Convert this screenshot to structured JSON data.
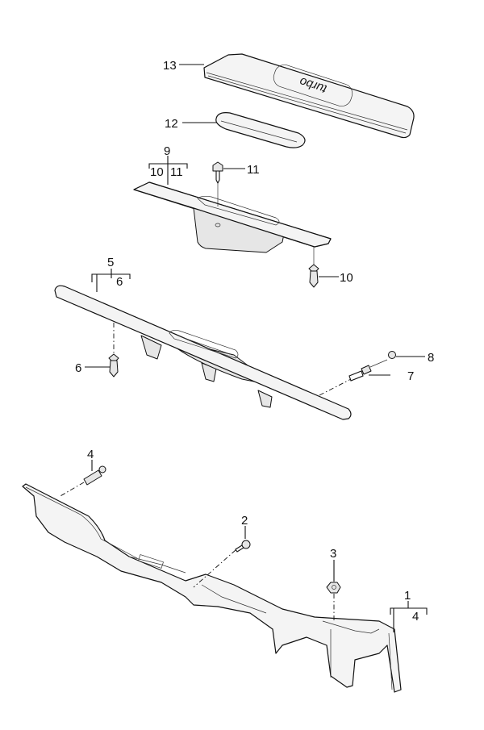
{
  "diagram": {
    "title": "Exploded parts diagram - rear trim panel / luggage compartment trim",
    "background": "#ffffff",
    "line_color": "#111111",
    "emblem_text": "turbo",
    "callouts": [
      {
        "id": "c13",
        "label": "13",
        "part": "trim cover with turbo emblem"
      },
      {
        "id": "c12",
        "label": "12",
        "part": "seal / insert"
      },
      {
        "id": "c9",
        "label": "9",
        "part": "trim panel assembly",
        "includes": [
          "10",
          "11"
        ]
      },
      {
        "id": "c11",
        "label": "11",
        "part": "screw"
      },
      {
        "id": "c10",
        "label": "10",
        "part": "clip"
      },
      {
        "id": "c5",
        "label": "5",
        "part": "trim strip",
        "includes": [
          "6"
        ]
      },
      {
        "id": "c6",
        "label": "6",
        "part": "clip"
      },
      {
        "id": "c7",
        "label": "7",
        "part": "bolt"
      },
      {
        "id": "c8",
        "label": "8",
        "part": "cap"
      },
      {
        "id": "c4",
        "label": "4",
        "part": "pin"
      },
      {
        "id": "c2",
        "label": "2",
        "part": "screw"
      },
      {
        "id": "c3",
        "label": "3",
        "part": "nut"
      },
      {
        "id": "c1",
        "label": "1",
        "part": "carrier / cross member",
        "includes": [
          "4"
        ]
      }
    ],
    "sub_labels": {
      "g9_a": "10",
      "g9_b": "11",
      "g5_a": "6",
      "g1_a": "4"
    }
  }
}
